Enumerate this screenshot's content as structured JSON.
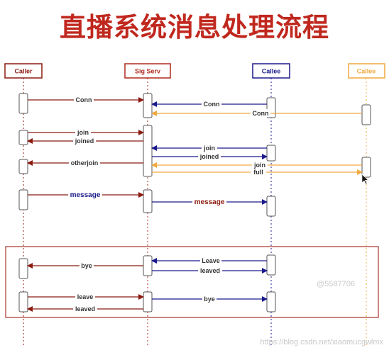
{
  "title": "直播系统消息处理流程",
  "participants": {
    "caller": "Caller",
    "sigserv": "Sig Serv",
    "callee": "Callee",
    "callee2": "Callee"
  },
  "messages": {
    "conn_caller": "Conn",
    "conn_callee": "Conn",
    "conn_callee2": "Conn",
    "join_caller": "join",
    "joined_caller": "joined",
    "join_callee": "join",
    "joined_callee": "joined",
    "otherjoin": "otherjoin",
    "join_callee2": "join",
    "full": "full",
    "message_caller": "message",
    "message_callee": "message",
    "bye": "bye",
    "leave_callee": "Leave",
    "leaved_callee": "leaved",
    "leave_caller": "leave",
    "leaved_caller": "leaved",
    "bye_callee": "bye"
  },
  "watermarks": {
    "id": "@5587706",
    "url": "https://blog.csdn.net/xiaomucgwlmx"
  },
  "colors": {
    "caller": "#8b1a10",
    "sigserv": "#b0291e",
    "callee": "#1a1a8c",
    "callee2": "#f0a840",
    "title": "#c0281e"
  }
}
